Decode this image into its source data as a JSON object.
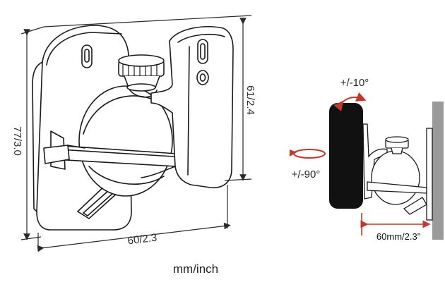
{
  "diagram": {
    "dim_height": "77/3.0",
    "dim_bracket": "61/2.4",
    "dim_width": "60/2.3",
    "units": "mm/inch",
    "tilt_label": "+/-10°",
    "swivel_label": "+/-90°",
    "depth_label": "60mm/2.3”",
    "colors": {
      "line": "#1a1a1a",
      "tilt_arrow": "#c0392b",
      "swivel_arrow": "#c0392b",
      "depth_line": "#c0392b",
      "speaker": "#111111",
      "wall": "#9a9a9a"
    }
  }
}
